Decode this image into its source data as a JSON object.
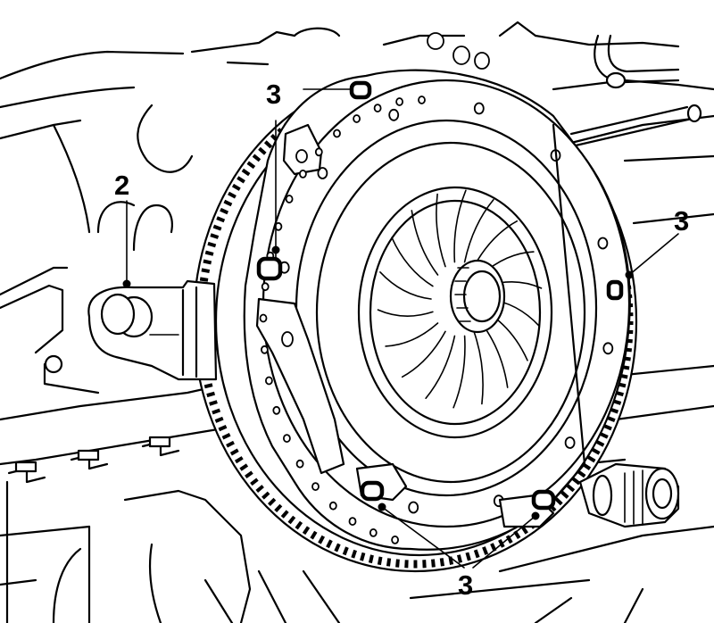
{
  "callouts": [
    {
      "id": "c1",
      "text": "3"
    },
    {
      "id": "c2",
      "text": "2"
    },
    {
      "id": "c3",
      "text": "3"
    },
    {
      "id": "c4",
      "text": "3"
    }
  ]
}
